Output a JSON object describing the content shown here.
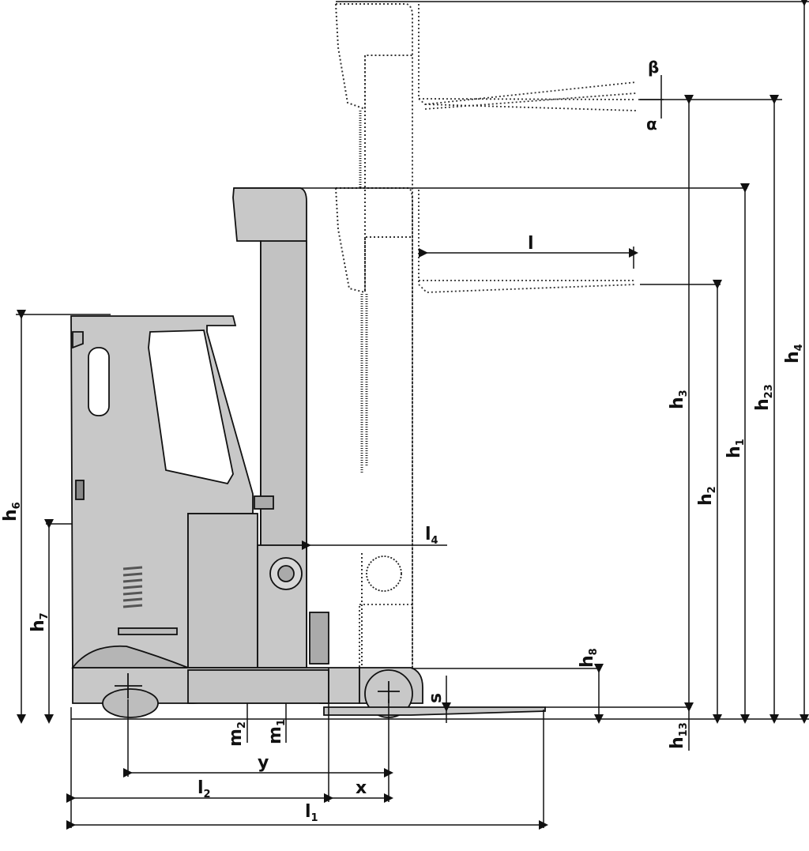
{
  "diagram": {
    "labels": {
      "h6": {
        "main": "h",
        "sub": "6"
      },
      "h7": {
        "main": "h",
        "sub": "7"
      },
      "h3": {
        "main": "h",
        "sub": "3"
      },
      "h2": {
        "main": "h",
        "sub": "2"
      },
      "h1": {
        "main": "h",
        "sub": "1"
      },
      "h23": {
        "main": "h",
        "sub": "23"
      },
      "h4": {
        "main": "h",
        "sub": "4"
      },
      "h8": {
        "main": "h",
        "sub": "8"
      },
      "h13": {
        "main": "h",
        "sub": "13"
      },
      "l": {
        "main": "l"
      },
      "l1": {
        "main": "l",
        "sub": "1"
      },
      "l2": {
        "main": "l",
        "sub": "2"
      },
      "l4": {
        "main": "l",
        "sub": "4"
      },
      "m1": {
        "main": "m",
        "sub": "1"
      },
      "m2": {
        "main": "m",
        "sub": "2"
      },
      "x": {
        "main": "x"
      },
      "y": {
        "main": "y"
      },
      "s": {
        "main": "s"
      },
      "alpha": {
        "main": "α"
      },
      "beta": {
        "main": "β"
      }
    },
    "colors": {
      "truck_fill": "#c8c8c8",
      "truck_dark": "#9a9a9a",
      "line": "#111111",
      "ghost_line": "#333333"
    }
  }
}
